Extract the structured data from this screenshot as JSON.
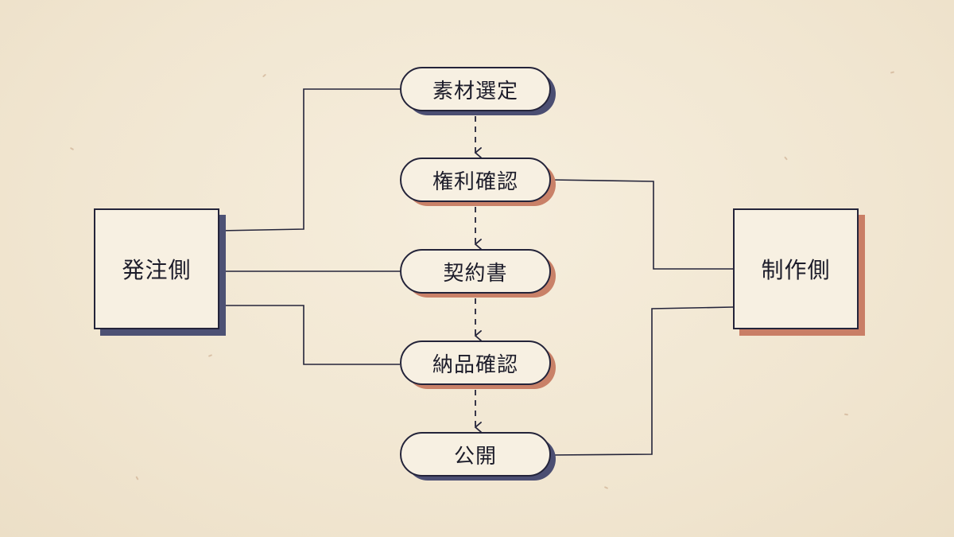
{
  "diagram": {
    "left_party": "発注側",
    "right_party": "制作側",
    "steps": [
      "素材選定",
      "権利確認",
      "契約書",
      "納品確認",
      "公開"
    ]
  },
  "colors": {
    "ink": "#24243a",
    "navy_shadow": "#4b4e72",
    "rust_shadow": "#c98168",
    "paper": "#f3e9d6"
  }
}
